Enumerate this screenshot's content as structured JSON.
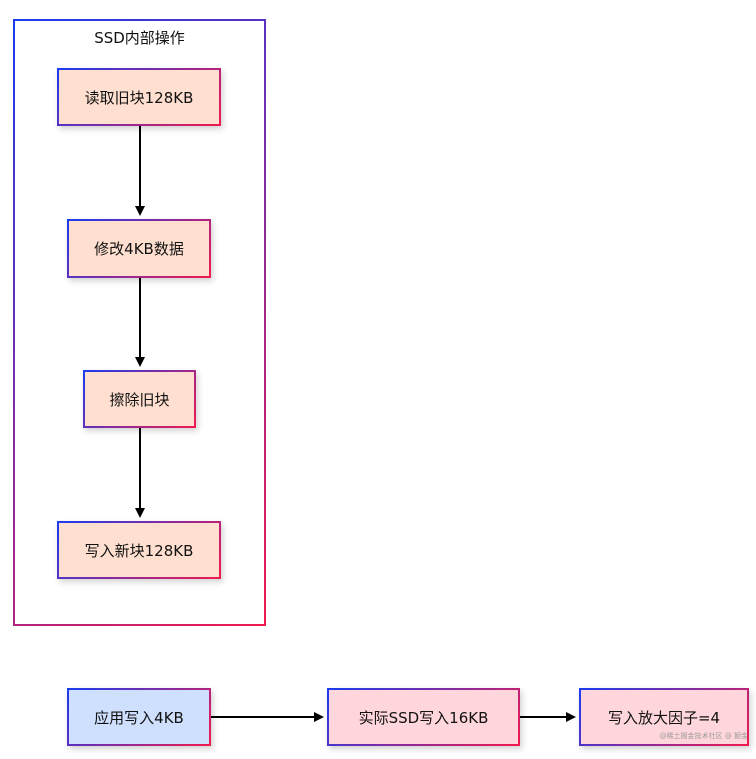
{
  "cluster": {
    "title": "SSD内部操作"
  },
  "nodes": {
    "read": "读取旧块128KB",
    "modify": "修改4KB数据",
    "erase": "擦除旧块",
    "write_new": "写入新块128KB",
    "app_write": "应用写入4KB",
    "actual_write": "实际SSD写入16KB",
    "factor": "写入放大因子=4"
  },
  "watermark": "@稀土掘金技术社区 @ 掘金",
  "colors": {
    "border_start": "#1a3cf0",
    "border_end": "#f01a4f",
    "peach_fill": "#ffe0d0",
    "blue_fill": "#cfe0ff",
    "pink_fill": "#ffd6dc",
    "edge": "#000000"
  }
}
